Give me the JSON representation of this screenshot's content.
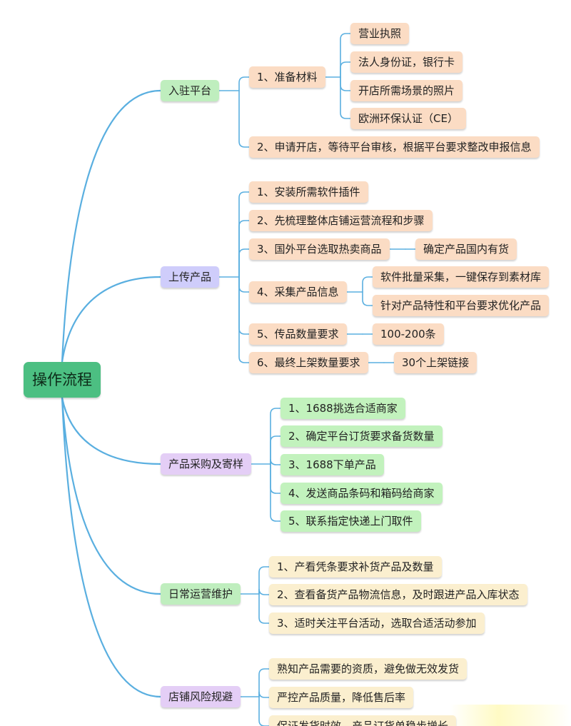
{
  "colors": {
    "root": "#4cbf82",
    "line_main": "#5aafe0",
    "branch": [
      "#bfeebe",
      "#cfcdfb",
      "#e4cef6",
      "#bfeebe",
      "#e4cef6"
    ],
    "l2": [
      "#fbdcc4",
      "#fbdcc4",
      "#c2f2bd",
      "#fbefcf",
      "#fbefcf"
    ],
    "l3": [
      "#fbdcc4",
      "#fbdcc4",
      "#c2f2bd",
      "#fbefcf",
      "#fbefcf"
    ],
    "line": [
      "#5aafe0",
      "#5aafe0",
      "#5aafe0",
      "#5aafe0",
      "#5aafe0"
    ]
  },
  "root": {
    "label": "操作流程"
  },
  "branches": [
    {
      "label": "入驻平台",
      "children": [
        {
          "label": "1、准备材料",
          "children": [
            "营业执照",
            "法人身份证，银行卡",
            "开店所需场景的照片",
            "欧洲环保认证（CE）"
          ]
        },
        {
          "label": "2、申请开店，等待平台审核，根据平台要求整改申报信息",
          "children": []
        }
      ]
    },
    {
      "label": "上传产品",
      "children": [
        {
          "label": "1、安装所需软件插件",
          "children": []
        },
        {
          "label": "2、先梳理整体店铺运营流程和步骤",
          "children": []
        },
        {
          "label": "3、国外平台选取热卖商品",
          "children": [
            "确定产品国内有货"
          ]
        },
        {
          "label": "4、采集产品信息",
          "children": [
            "软件批量采集，一键保存到素材库",
            "针对产品特性和平台要求优化产品"
          ]
        },
        {
          "label": "5、传品数量要求",
          "children": [
            "100-200条"
          ]
        },
        {
          "label": "6、最终上架数量要求",
          "children": [
            "30个上架链接"
          ]
        }
      ]
    },
    {
      "label": "产品采购及寄样",
      "children": [
        {
          "label": "1、1688挑选合适商家",
          "children": []
        },
        {
          "label": "2、确定平台订货要求备货数量",
          "children": []
        },
        {
          "label": "3、1688下单产品",
          "children": []
        },
        {
          "label": "4、发送商品条码和箱码给商家",
          "children": []
        },
        {
          "label": "5、联系指定快递上门取件",
          "children": []
        }
      ]
    },
    {
      "label": "日常运营维护",
      "children": [
        {
          "label": "1、产看凭条要求补货产品及数量",
          "children": []
        },
        {
          "label": "2、查看备货产品物流信息，及时跟进产品入库状态",
          "children": []
        },
        {
          "label": "3、适时关注平台活动，选取合适活动参加",
          "children": []
        }
      ]
    },
    {
      "label": "店铺风险规避",
      "children": [
        {
          "label": "熟知产品需要的资质，避免做无效发货",
          "children": []
        },
        {
          "label": "严控产品质量，降低售后率",
          "children": []
        },
        {
          "label": "保证发货时效，产品订货单稳步增长",
          "children": []
        }
      ]
    }
  ]
}
